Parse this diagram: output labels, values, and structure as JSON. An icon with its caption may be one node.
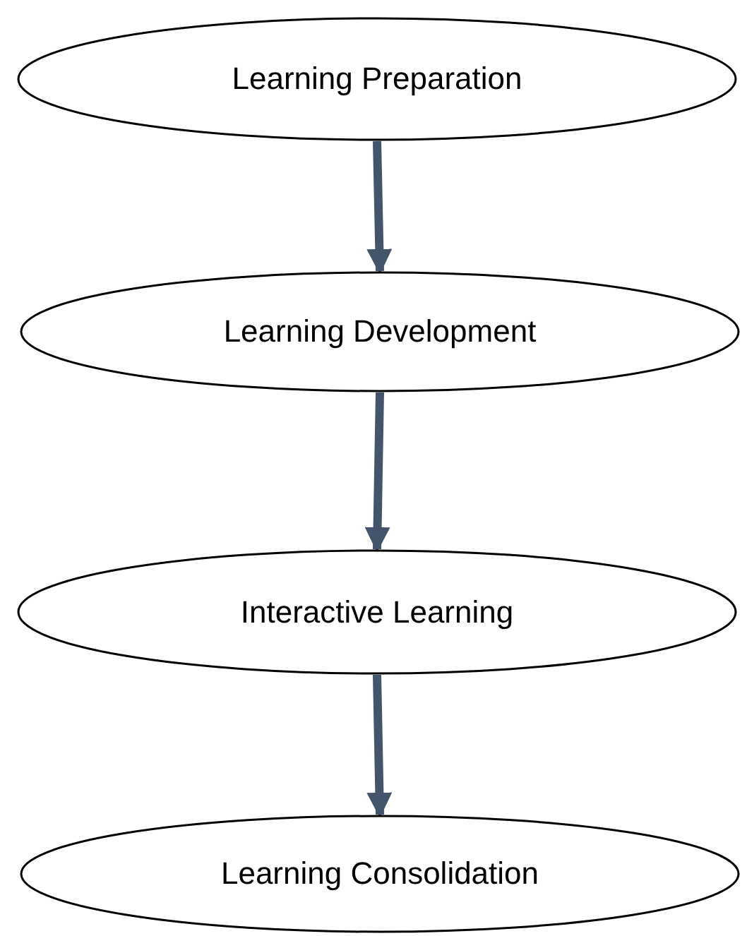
{
  "diagram": {
    "nodes": [
      {
        "text": [
          "Learning Preparation"
        ]
      },
      {
        "text": [
          "Learning Development"
        ]
      },
      {
        "text": [
          "Interactive Learning"
        ]
      },
      {
        "text": [
          "Learning Consolidation"
        ]
      }
    ],
    "edges": [
      {
        "from": 0,
        "to": 1,
        "arrow": "to"
      },
      {
        "from": 1,
        "to": 2,
        "arrow": "to"
      },
      {
        "from": 2,
        "to": 3,
        "arrow": "to"
      }
    ]
  }
}
